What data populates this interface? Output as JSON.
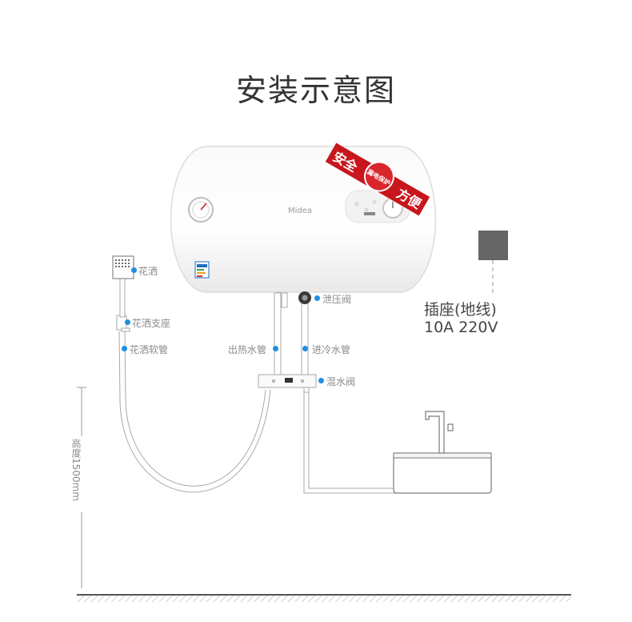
{
  "title": "安装示意图",
  "brand": "Midea",
  "badge": {
    "left": "安全",
    "middle": "漏电保护",
    "right": "方便"
  },
  "labels": {
    "shower_head": "花洒",
    "shower_holder": "花洒支座",
    "shower_hose": "花洒软管",
    "relief_valve": "泄压阀",
    "hot_out_pipe": "出热水管",
    "cold_in_pipe": "进冷水管",
    "mixing_valve": "混水阀"
  },
  "socket": {
    "line1": "插座(地线)",
    "line2": "10A 220V"
  },
  "height": "高度1500mm",
  "colors": {
    "accent_dot": "#1e8fe0",
    "badge_red": "#c8161d",
    "socket": "#666666",
    "line": "#a8a8a8"
  }
}
